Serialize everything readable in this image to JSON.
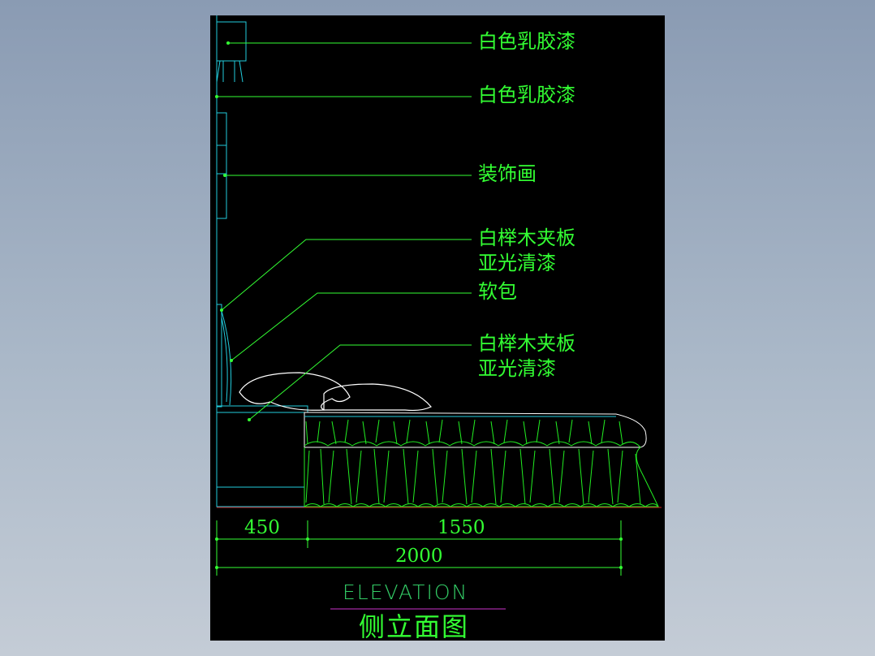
{
  "labels": {
    "l1": "白色乳胶漆",
    "l2": "白色乳胶漆",
    "l3": "装饰画",
    "l4a": "白榉木夹板",
    "l4b": "亚光清漆",
    "l5": "软包",
    "l6a": "白榉木夹板",
    "l6b": "亚光清漆"
  },
  "dimensions": {
    "d1": "450",
    "d2": "1550",
    "total": "2000"
  },
  "title": {
    "en": "ELEVATION",
    "cn": "侧立面图"
  },
  "colors": {
    "background": "#000000",
    "label": "#33ff33",
    "furniture": "#22ccdd",
    "pillow": "#ffffff",
    "skirt": "#22ee22",
    "underline": "#cc33cc",
    "floor": "#cc2222"
  }
}
